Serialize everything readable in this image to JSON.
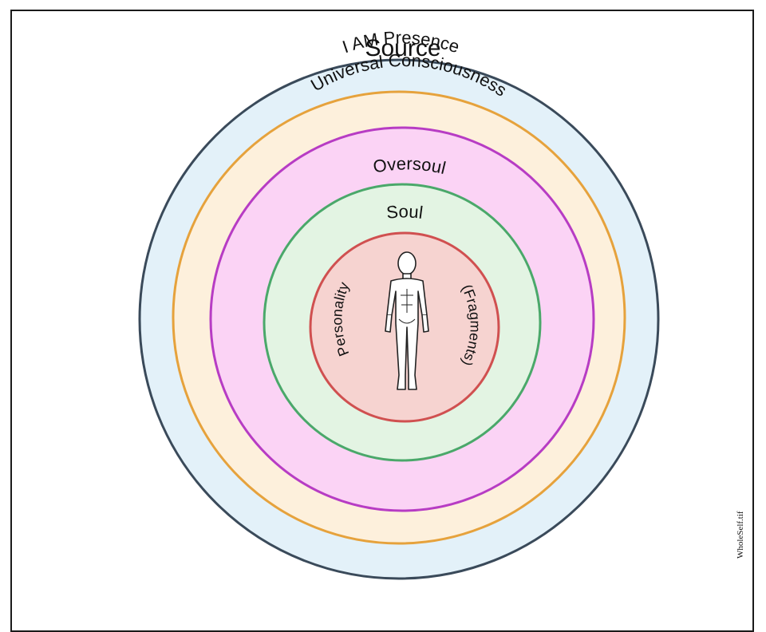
{
  "diagram": {
    "rings": [
      {
        "id": "source",
        "label": "Source",
        "fill": "#ffffff",
        "stroke": "#3a4a5a"
      },
      {
        "id": "i-am-presence",
        "label": "I AM Presence",
        "fill": "#e3f1f9",
        "stroke": "#e6a23c"
      },
      {
        "id": "universal-consciousness",
        "label": "Universal Consciousness",
        "fill": "#fdf0dc",
        "stroke": "#b73cc4"
      },
      {
        "id": "oversoul",
        "label": "Oversoul",
        "fill": "#fbd3f5",
        "stroke": "#4aa86a"
      },
      {
        "id": "soul",
        "label": "Soul",
        "fill": "#e3f4e3",
        "stroke": "#d05050"
      },
      {
        "id": "personality-core",
        "label": "Personality",
        "fill": "#f6d3d0",
        "stroke": "#c97070"
      }
    ],
    "core_right_label": "(Fragments)",
    "figure": "human-figure-icon",
    "file_label": "WholeSelf.tif"
  }
}
